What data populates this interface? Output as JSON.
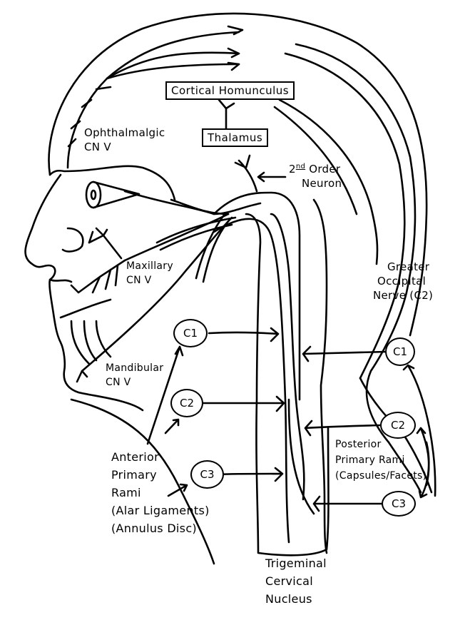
{
  "diagram": {
    "type": "anatomical-line-drawing",
    "subject": "Trigeminal-cervical nucleus pain pathway (head profile)",
    "boxes": {
      "cortical_homunculus": "Cortical Homunculus",
      "thalamus": "Thalamus"
    },
    "labels": {
      "second_order_neuron": {
        "sup": "nd",
        "prefix": "2",
        "line1_rest": " Order",
        "line2": "Neuron"
      },
      "ophthalmic": {
        "line1": "Ophthalmalgic",
        "line2": "CN V"
      },
      "maxillary": {
        "line1": "Maxillary",
        "line2": "CN V"
      },
      "mandibular": {
        "line1": "Mandibular",
        "line2": "CN V"
      },
      "greater_occipital": {
        "line1": "Greater",
        "line2": "Occipital",
        "line3": "Nerve (C2)"
      },
      "anterior_rami": {
        "line1": "Anterior",
        "line2": "Primary",
        "line3": "Rami",
        "line4": "(Alar Ligaments)",
        "line5": "(Annulus Disc)"
      },
      "posterior_rami": {
        "line1": "Posterior",
        "line2": "Primary Rami",
        "line3": "(Capsules/Facets)"
      },
      "trigeminal_nucleus": {
        "line1": "Trigeminal",
        "line2": "Cervical",
        "line3": "Nucleus"
      }
    },
    "nodes": {
      "anterior": [
        "C1",
        "C2",
        "C3"
      ],
      "posterior": [
        "C1",
        "C2",
        "C3"
      ]
    },
    "colors": {
      "ink": "#000000",
      "paper": "#ffffff"
    }
  }
}
